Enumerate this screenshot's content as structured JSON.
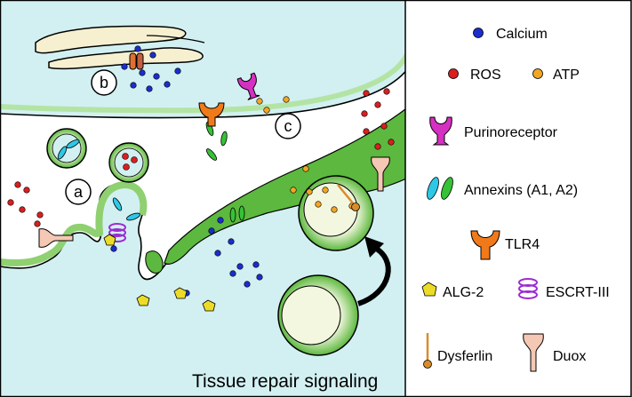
{
  "labels": {
    "a": "a",
    "b": "b",
    "c": "c",
    "tissue_repair": "Tissue repair signaling"
  },
  "legend": {
    "calcium": "Calcium",
    "ros": "ROS",
    "atp": "ATP",
    "purinoreceptor": "Purinoreceptor",
    "annexins": "Annexins (A1, A2)",
    "tlr4": "TLR4",
    "alg2": "ALG-2",
    "escrt": "ESCRT-III",
    "dysferlin": "Dysferlin",
    "duox": "Duox"
  },
  "colors": {
    "cytoplasm": "#d2f0f2",
    "membrane_light": "#d7f0c8",
    "membrane_dark": "#5cb83e",
    "calcium": "#1a2ecc",
    "ros": "#d91f1f",
    "atp": "#f2a623",
    "purinoreceptor": "#d630c2",
    "annexin_cyan": "#2ec8e6",
    "annexin_green": "#36c236",
    "tlr4": "#f07a1a",
    "alg2": "#ecdc28",
    "escrt": "#9b2cd2",
    "dysferlin": "#d98c2a",
    "duox": "#f4c8b4",
    "organelle": "#f6f0d0"
  }
}
